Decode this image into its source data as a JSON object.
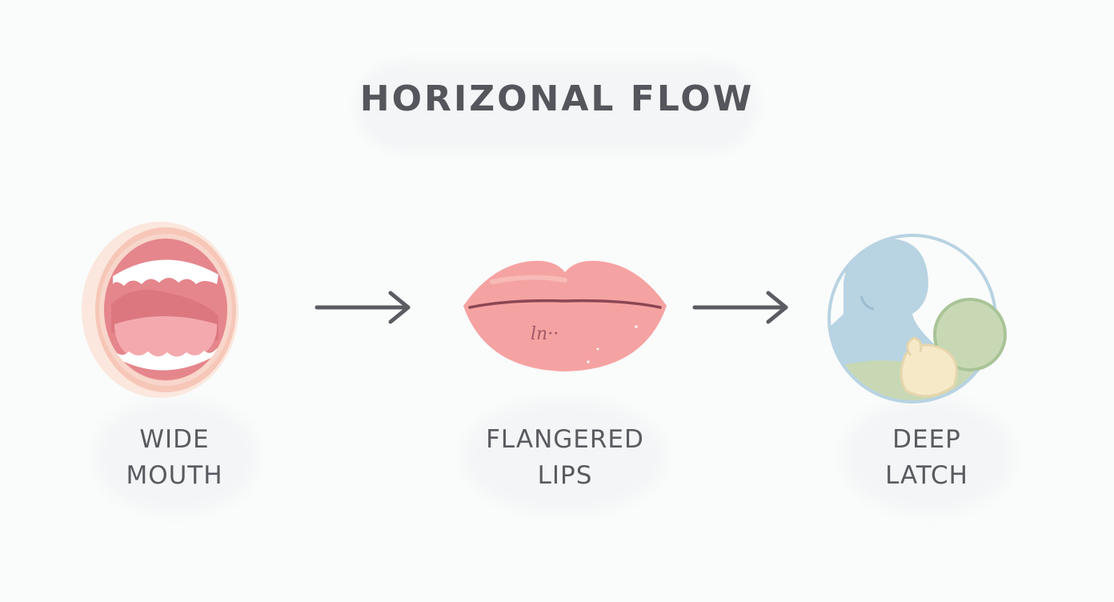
{
  "title": "HORIZONAL FLOW",
  "steps": [
    {
      "line1": "WIDE",
      "line2": "MOUTH",
      "icon": "wide-mouth-icon"
    },
    {
      "line1": "FLANGERED",
      "line2": "LIPS",
      "icon": "flanged-lips-icon"
    },
    {
      "line1": "DEEP",
      "line2": "LATCH",
      "icon": "deep-latch-icon"
    }
  ],
  "lip_annotation": "ln··",
  "colors": {
    "text": "#55565c",
    "arrow": "#5b5b62",
    "lip": "#f5a3a2",
    "mouth_inner": "#e46f78",
    "tongue": "#f3a7ac",
    "teeth": "#ffffff",
    "mother": "#b8d3e2",
    "baby": "#c8d8b4",
    "skin": "#f6e9c8"
  }
}
